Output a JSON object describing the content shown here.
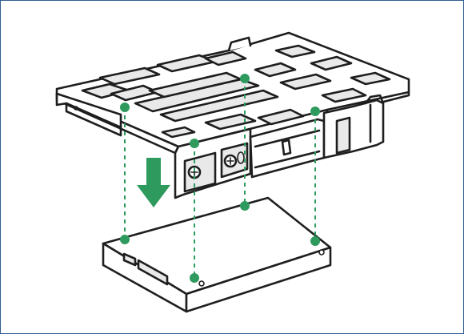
{
  "diagram": {
    "subject_icons": [
      "drive-tray",
      "ssd-drive",
      "screw-holes",
      "insert-arrow"
    ],
    "colors": {
      "line": "#1e1e1e",
      "accent": "#2e9a5e",
      "frame_border": "#2f5f8f",
      "background": "#ffffff"
    },
    "screw_points": 8,
    "alignment_lines": 4
  }
}
